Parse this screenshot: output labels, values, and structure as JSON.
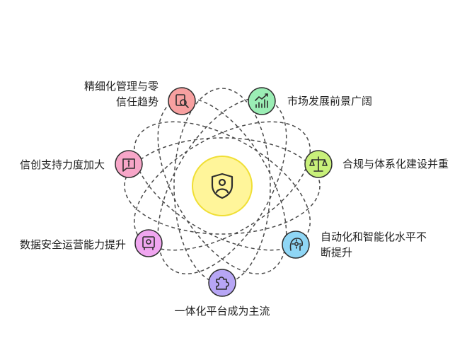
{
  "colors": {
    "center_fill": "#FFF59A",
    "center_stroke": "#F0DF35",
    "orbit_stroke": "#4A4A4A",
    "node_stroke": "#2E2E2E"
  },
  "center": {
    "icon": "shield-user-icon"
  },
  "nodes": [
    {
      "id": "zero-trust",
      "lines": [
        "精细化管理与零",
        "信任趋势"
      ],
      "color": "#F7A0A0",
      "icon": "magnifier-document-icon"
    },
    {
      "id": "market",
      "lines": [
        "市场发展前景广阔"
      ],
      "color": "#9BEEB5",
      "icon": "growth-chart-icon"
    },
    {
      "id": "compliance",
      "lines": [
        "合规与体系化建设并重"
      ],
      "color": "#C8F07A",
      "icon": "balance-scale-icon"
    },
    {
      "id": "automation",
      "lines": [
        "自动化和智能化水平不",
        "断提升"
      ],
      "color": "#8FD6F5",
      "icon": "robot-head-icon"
    },
    {
      "id": "platform",
      "lines": [
        "一体化平台成为主流"
      ],
      "color": "#B7A6F5",
      "icon": "puzzle-piece-icon"
    },
    {
      "id": "data-security",
      "lines": [
        "数据安全运营能力提升"
      ],
      "color": "#F0A6F0",
      "icon": "safe-box-icon"
    },
    {
      "id": "xinchuang",
      "lines": [
        "信创支持力度加大"
      ],
      "color": "#F7A6C8",
      "icon": "info-flag-icon"
    }
  ]
}
